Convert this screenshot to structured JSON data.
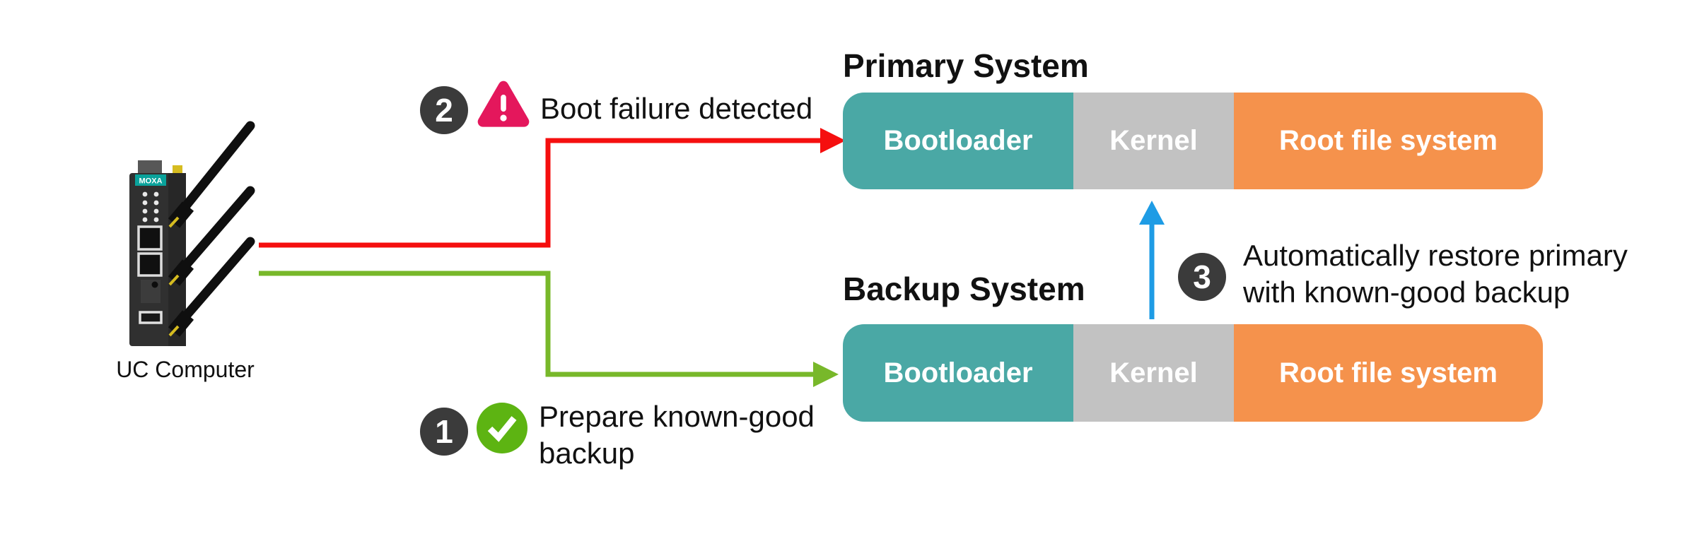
{
  "device": {
    "label": "UC Computer",
    "brand": "MOXA"
  },
  "systems": {
    "primary": {
      "title": "Primary System",
      "segments": [
        {
          "label": "Bootloader",
          "color": "#4AA8A5"
        },
        {
          "label": "Kernel",
          "color": "#C2C2C2"
        },
        {
          "label": "Root file system",
          "color": "#F5924C"
        }
      ]
    },
    "backup": {
      "title": "Backup System",
      "segments": [
        {
          "label": "Bootloader",
          "color": "#4AA8A5"
        },
        {
          "label": "Kernel",
          "color": "#C2C2C2"
        },
        {
          "label": "Root file system",
          "color": "#F5924C"
        }
      ]
    }
  },
  "steps": [
    {
      "number": "1",
      "text": "Prepare known-good backup",
      "icon": "check-circle-icon",
      "icon_color": "#5DB412",
      "arrow_color": "#78B82A"
    },
    {
      "number": "2",
      "text": "Boot failure detected",
      "icon": "warning-triangle-icon",
      "icon_color": "#E4175C",
      "arrow_color": "#F50F0F"
    },
    {
      "number": "3",
      "text": "Automatically restore primary with known-good backup",
      "arrow_color": "#1E9CE5"
    }
  ],
  "ui": {
    "badge_color": "#3B3B3B",
    "background": "#FFFFFF",
    "device_body_color": "#303030",
    "moxa_teal": "#0AA29B"
  }
}
